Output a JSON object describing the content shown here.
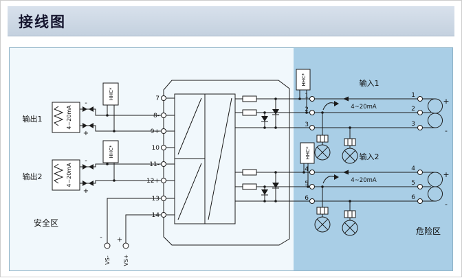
{
  "title": "接线图",
  "zones": {
    "safe": "安全区",
    "hazard": "危险区"
  },
  "hhc_label": "HHC*",
  "outputs": [
    {
      "label": "输出1",
      "range": "4~20mA",
      "minus": "-",
      "plus": "+"
    },
    {
      "label": "输出2",
      "range": "4~20mA",
      "minus": "-",
      "plus": "+"
    }
  ],
  "inputs": [
    {
      "label": "输入1",
      "range": "4~20mA",
      "plus": "+",
      "minus": "-"
    },
    {
      "label": "输入2",
      "range": "4~20mA",
      "plus": "+",
      "minus": "-"
    }
  ],
  "left_terminals": [
    "7",
    "8-",
    "9+",
    "10",
    "11-",
    "12+",
    "13",
    "14"
  ],
  "hazard_terminals": {
    "ch1": [
      "1",
      "2",
      "3"
    ],
    "ch2": [
      "4",
      "5",
      "6"
    ]
  },
  "power": {
    "vs_minus": "VS-",
    "vs_plus": "VS+",
    "minus": "-",
    "plus": "+"
  },
  "colors": {
    "hazard_zone_bg": "#a9cee6",
    "panel_bg": "#f1f8fc",
    "header_bg": "#c4d1df",
    "line": "#1a1a1a"
  }
}
